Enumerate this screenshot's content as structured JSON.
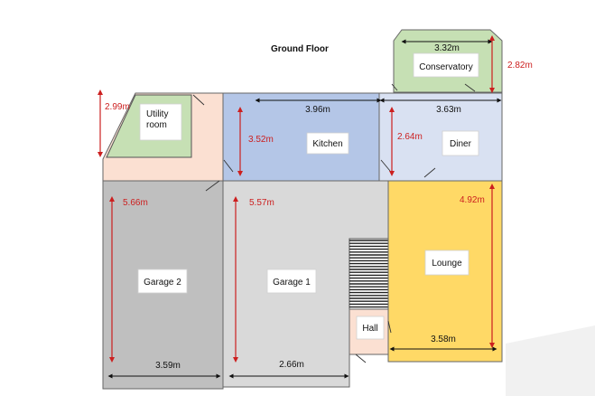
{
  "floor_title": "Ground Floor",
  "colors": {
    "conservatory": "#c6e0b4",
    "utility": "#fbe0d2",
    "kitchen": "#b4c6e7",
    "diner": "#d9e1f2",
    "garage2": "#bfbfbf",
    "garage1": "#d9d9d9",
    "lounge": "#ffd966",
    "hall": "#fbe0d2",
    "dimension_red": "#cc1f1f"
  },
  "rooms": {
    "conservatory": "Conservatory",
    "utility_line1": "Utility",
    "utility_line2": "room",
    "kitchen": "Kitchen",
    "diner": "Diner",
    "garage2": "Garage 2",
    "garage1": "Garage 1",
    "lounge": "Lounge",
    "hall": "Hall"
  },
  "dimensions": {
    "conservatory_width": "3.32m",
    "conservatory_depth": "2.82m",
    "utility_depth": "2.99m",
    "kitchen_width": "3.96m",
    "kitchen_depth": "3.52m",
    "diner_width": "3.63m",
    "diner_depth": "2.64m",
    "garage2_depth": "5.66m",
    "garage2_width": "3.59m",
    "garage1_depth": "5.57m",
    "garage1_width": "2.66m",
    "lounge_depth": "4.92m",
    "lounge_width": "3.58m"
  }
}
